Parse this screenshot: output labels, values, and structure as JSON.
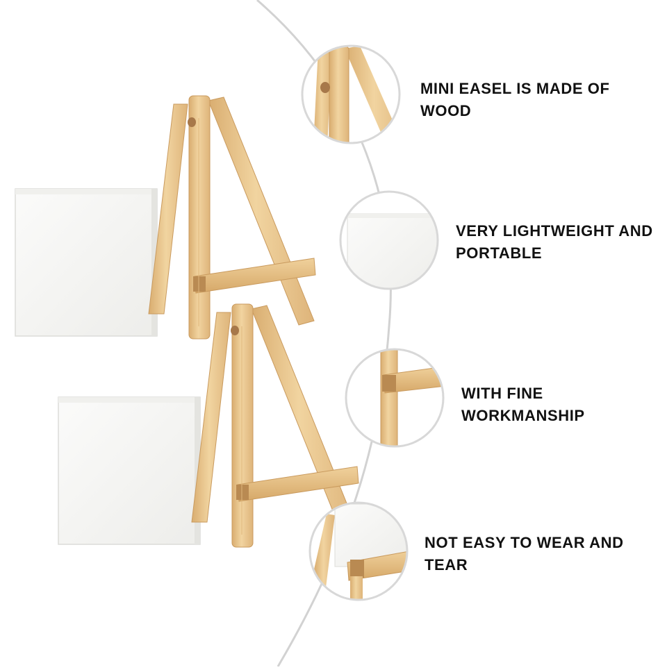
{
  "features": [
    {
      "line1": "MINI EASEL IS MADE OF",
      "line2": "WOOD",
      "icon": "easel-top-detail"
    },
    {
      "line1": "VERY LIGHTWEIGHT AND",
      "line2": "PORTABLE",
      "icon": "canvas-detail"
    },
    {
      "line1": "WITH FINE",
      "line2": "WORKMANSHIP",
      "icon": "joint-detail"
    },
    {
      "line1": "NOT EASY TO WEAR AND",
      "line2": "TEAR",
      "icon": "easel-canvas-detail"
    }
  ],
  "colors": {
    "wood": "#e8c48e",
    "wood_dark": "#cfa46a",
    "wood_light": "#f3dcb3",
    "canvas": "#f6f6f4",
    "canvas_edge": "#e2e2de",
    "ring": "#d8d8d8",
    "curve": "#cfcfcf",
    "text": "#111111"
  }
}
